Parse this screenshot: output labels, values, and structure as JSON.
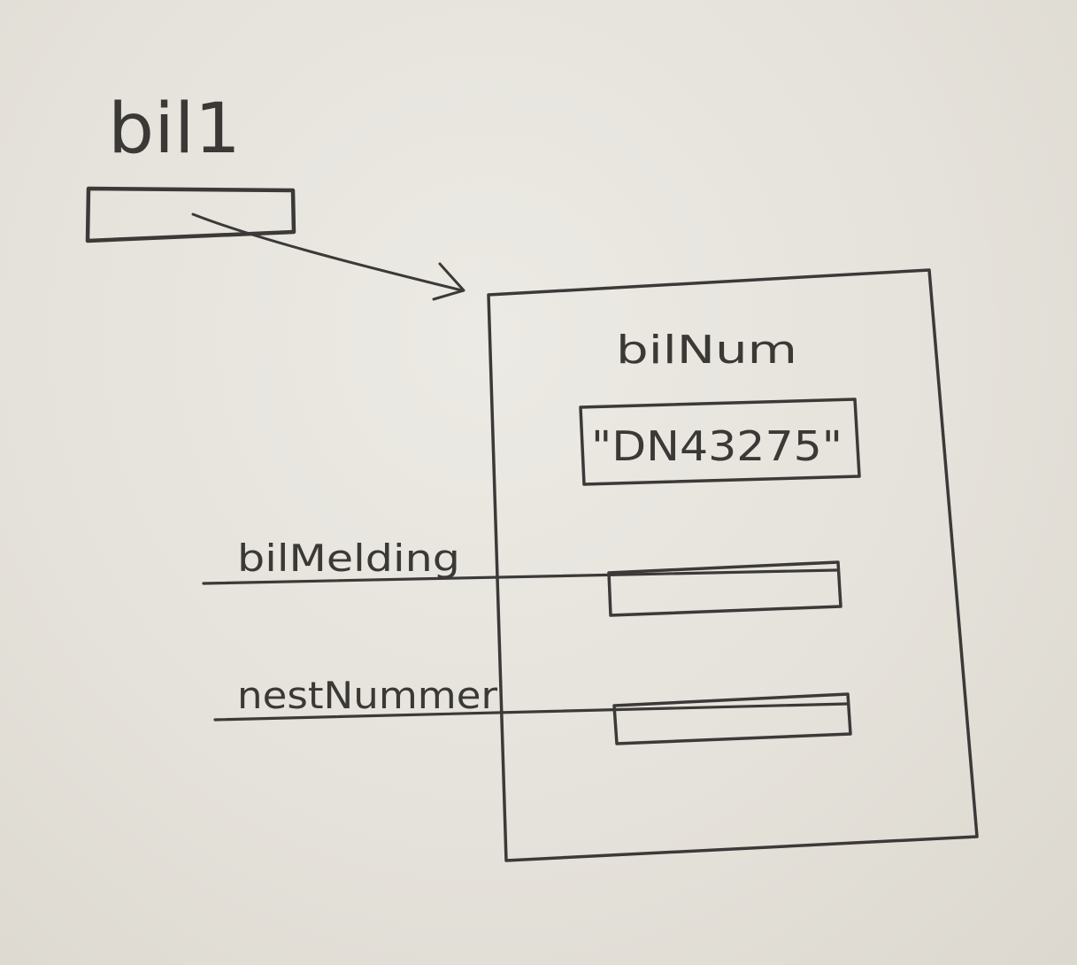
{
  "variable": {
    "name": "bil1"
  },
  "object": {
    "fields": [
      {
        "name": "bilNum",
        "value": "\"DN43275\""
      },
      {
        "name": "bilMelding",
        "value": ""
      },
      {
        "name": "nestNummer",
        "value": ""
      }
    ]
  },
  "colors": {
    "paper": "#e6e3dc",
    "pencil": "#3b3a38"
  }
}
